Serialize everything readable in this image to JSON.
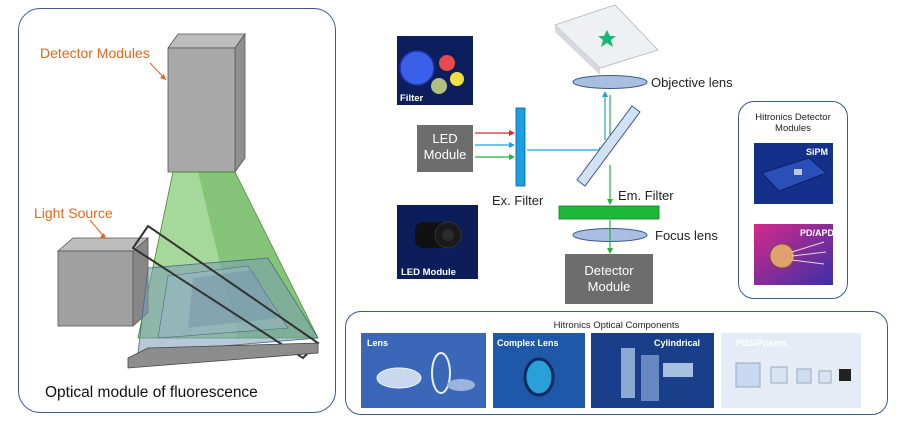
{
  "left": {
    "detector_label": "Detector Modules",
    "light_label": "Light Source",
    "caption": "Optical module of fluorescence"
  },
  "diagram": {
    "filter_label": "Filter",
    "led_module_box": "LED\nModule",
    "ex_filter": "Ex. Filter",
    "led_module_photo": "LED Module",
    "objective_lens": "Objective lens",
    "em_filter": "Em. Filter",
    "focus_lens": "Focus lens",
    "detector_module_box": "Detector\nModule"
  },
  "detectors": {
    "title": "Hitronics Detector Modules",
    "sipm": "SiPM",
    "pdapd": "PD/APD"
  },
  "optics": {
    "title": "Hitronics Optical Components",
    "items": [
      "Lens",
      "Complex Lens",
      "Cylindrical",
      "PBS/Prisms"
    ]
  },
  "colors": {
    "frame": "#3b5a8a",
    "label_orange": "#e0671f",
    "ex_filter": "#1aa0e0",
    "em_filter": "#1db83a",
    "module_box": "#6d6d6d"
  }
}
